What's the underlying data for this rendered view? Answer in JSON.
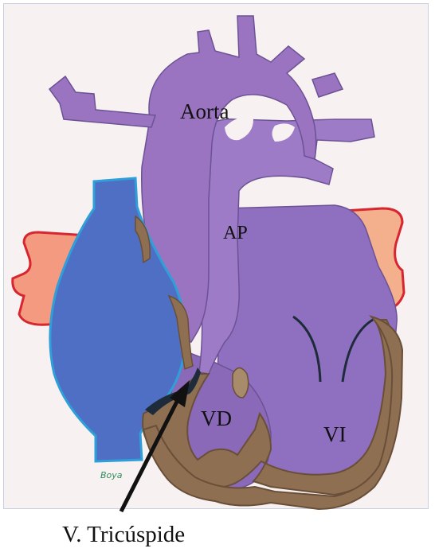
{
  "labels": {
    "aorta": "Aorta",
    "pulmonary_artery": "AP",
    "right_ventricle": "VD",
    "left_ventricle": "VI",
    "tricuspid_valve": "V. Tricúspide"
  },
  "signature": "Boya",
  "colors": {
    "great_vessels": "#9a74c0",
    "ventricles": "#8f6fbf",
    "vena_cava": "#4f6fc4",
    "atria": "#f08a78",
    "myocardium": "#8e6f52",
    "arrow": "#111111"
  }
}
